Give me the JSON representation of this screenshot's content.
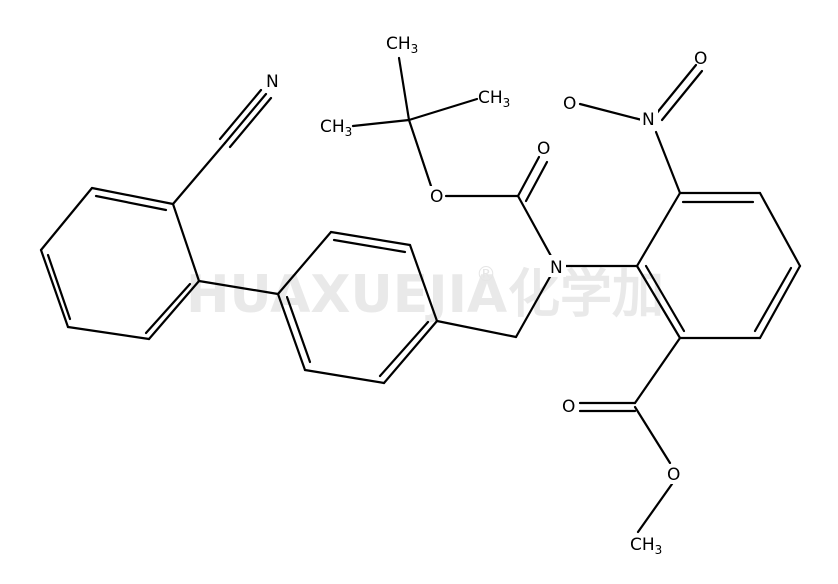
{
  "watermark": {
    "latin": "HUAXUEJIA",
    "registered": "®",
    "cjk": "化学加"
  },
  "atoms": {
    "nitrile_n": "N",
    "nitro_n": "N",
    "nitro_o1": "O",
    "nitro_o2": "O",
    "carbamate_o_double": "O",
    "carbamate_o_single": "O",
    "amine_n": "N",
    "ester_o_double": "O",
    "ester_o_single": "O",
    "ch3_top": {
      "main": "CH",
      "sub": "3"
    },
    "ch3_right": {
      "main": "CH",
      "sub": "3"
    },
    "ch3_left": {
      "main": "CH",
      "sub": "3"
    },
    "ch3_bottom": {
      "main": "CH",
      "sub": "3"
    }
  }
}
